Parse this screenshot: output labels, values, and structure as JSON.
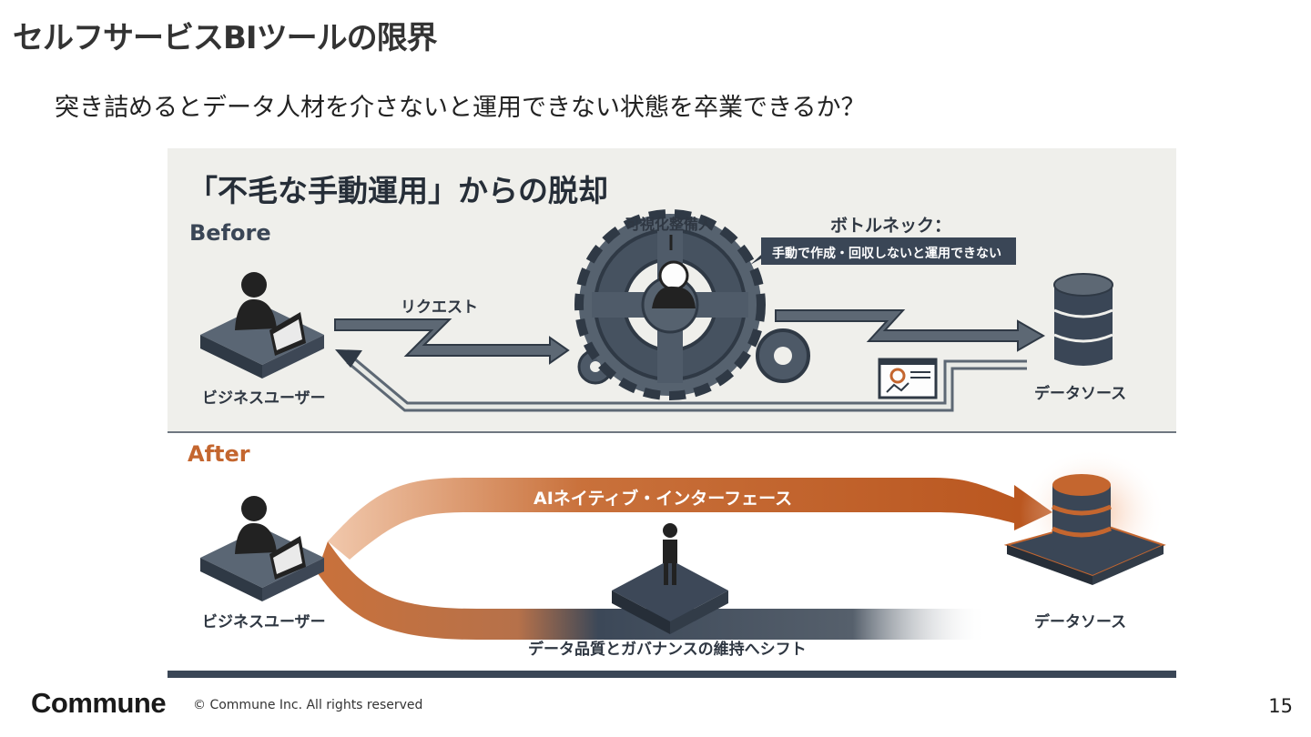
{
  "slide": {
    "title": "セルフサービスBIツールの限界",
    "subtitle": "突き詰めるとデータ人材を介さないと運用できない状態を卒業できるか？"
  },
  "figure": {
    "heading": "「不毛な手動運用」からの脱却",
    "before": {
      "label": "Before",
      "user": "ビジネスユーザー",
      "request": "リクエスト",
      "gear_person": "可視化整備人",
      "bottleneck_title": "ボトルネック：",
      "bottleneck_text": "手動で作成・回収しないと運用できない",
      "datasource": "データソース"
    },
    "after": {
      "label": "After",
      "interface": "AIネイティブ・インターフェース",
      "user": "ビジネスユーザー",
      "datasource": "データソース",
      "shift": "データ品質とガバナンスの維持へシフト"
    },
    "colors": {
      "dark": "#3a4656",
      "accent": "#c4662f",
      "before_bg": "#efefeb"
    }
  },
  "footer": {
    "logo": "Commune",
    "copyright": "© Commune Inc. All rights reserved",
    "page_number": "15"
  }
}
